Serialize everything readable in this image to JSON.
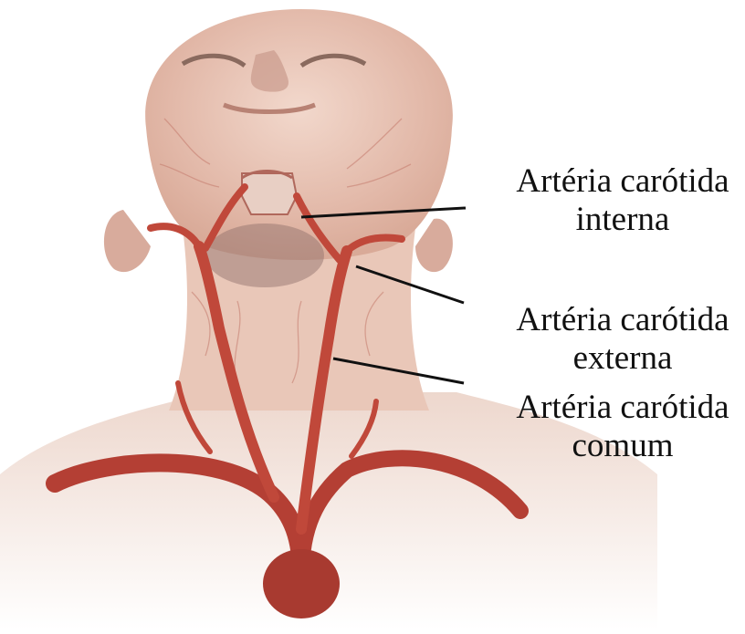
{
  "diagram": {
    "labels": {
      "internal": {
        "line1": "Artéria carótida",
        "line2": "interna"
      },
      "external": {
        "line1": "Artéria carótida",
        "line2": "externa"
      },
      "common": {
        "line1": "Artéria carótida",
        "line2": "comum"
      }
    },
    "colors": {
      "skin": "#e8c4b4",
      "skin_shadow": "#c99a8c",
      "artery": "#c0483a",
      "artery_dark": "#8e2a22",
      "leader_line": "#111111"
    }
  }
}
